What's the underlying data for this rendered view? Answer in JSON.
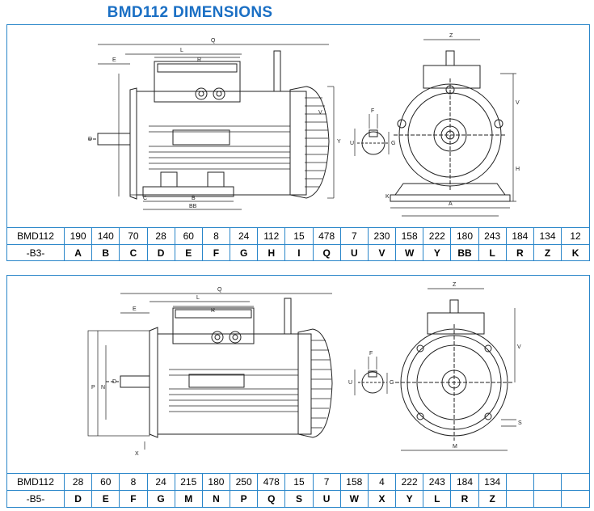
{
  "title": "BMD112 DIMENSIONS",
  "b3": {
    "model": "BMD112",
    "mount": "-B3-",
    "values": [
      "190",
      "140",
      "70",
      "28",
      "60",
      "8",
      "24",
      "112",
      "15",
      "478",
      "7",
      "230",
      "158",
      "222",
      "180",
      "243",
      "184",
      "134",
      "12"
    ],
    "letters": [
      "A",
      "B",
      "C",
      "D",
      "E",
      "F",
      "G",
      "H",
      "I",
      "Q",
      "U",
      "V",
      "W",
      "Y",
      "BB",
      "L",
      "R",
      "Z",
      "K"
    ],
    "drawing_labels": {
      "side": [
        "Q",
        "L",
        "R",
        "E",
        "D",
        "C",
        "B",
        "BB",
        "V",
        "Y"
      ],
      "shaft": [
        "F",
        "U",
        "G"
      ],
      "front": [
        "Z",
        "V",
        "H",
        "A",
        "K"
      ]
    }
  },
  "b5": {
    "model": "BMD112",
    "mount": "-B5-",
    "values": [
      "28",
      "60",
      "8",
      "24",
      "215",
      "180",
      "250",
      "478",
      "15",
      "7",
      "158",
      "4",
      "222",
      "243",
      "184",
      "134"
    ],
    "letters": [
      "D",
      "E",
      "F",
      "G",
      "M",
      "N",
      "P",
      "Q",
      "S",
      "U",
      "W",
      "X",
      "Y",
      "L",
      "R",
      "Z"
    ],
    "drawing_labels": {
      "side": [
        "Q",
        "L",
        "R",
        "E",
        "P",
        "N",
        "D",
        "X"
      ],
      "shaft": [
        "F",
        "U",
        "G"
      ],
      "front": [
        "Z",
        "V",
        "S",
        "M"
      ]
    }
  },
  "colors": {
    "title": "#1a6fc4",
    "border": "#2a86c9",
    "line": "#222222"
  }
}
